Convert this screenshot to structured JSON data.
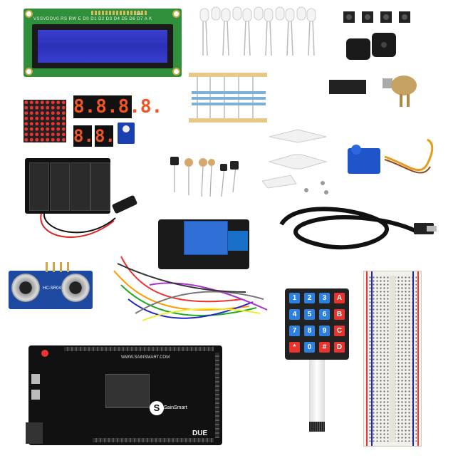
{
  "lcd": {
    "label": "VSSVDDV0 RS RW E D0 D1 D2 D3 D4 D5 D6 D7 A K",
    "pin_number": "16"
  },
  "seven_segment": {
    "quad": "8.8.8.8.",
    "single_a": "8.",
    "single_b": "8."
  },
  "relay": {},
  "keypad": {
    "keys": [
      [
        "1",
        "2",
        "3",
        "A"
      ],
      [
        "4",
        "5",
        "6",
        "B"
      ],
      [
        "7",
        "8",
        "9",
        "C"
      ],
      [
        "*",
        "0",
        "#",
        "D"
      ]
    ],
    "letter_color": "#e8332e",
    "digit_color": "#2d7fe0"
  },
  "ultrasonic": {
    "label": "HC-SR04"
  },
  "board": {
    "url": "WWW.SAINSMART.COM",
    "logo": "S",
    "brand": "SainSmart",
    "model": "DUE"
  },
  "colors": {
    "pcb_green": "#2f8f3a",
    "lcd_blue": "#2c30b8",
    "relay_blue": "#2f6fd6",
    "servo_blue": "#1f55c8"
  }
}
